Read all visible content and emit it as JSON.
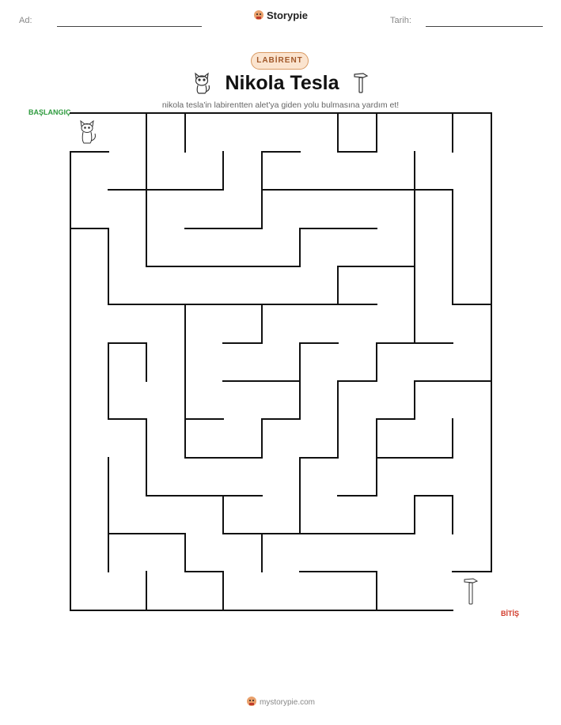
{
  "header": {
    "name_label": "Ad:",
    "date_label": "Tarih:",
    "brand": "Storypie"
  },
  "badge": "LABİRENT",
  "title": "Nikola Tesla",
  "subtitle": "nikola tesla'in labirentten alet'ya giden yolu bulmasına yardım et!",
  "maze": {
    "start_label": "BAŞLANGIÇ",
    "end_label": "BİTİŞ",
    "start_icon": "cat-icon",
    "end_icon": "hammer-icon"
  },
  "footer": "mystorypie.com"
}
